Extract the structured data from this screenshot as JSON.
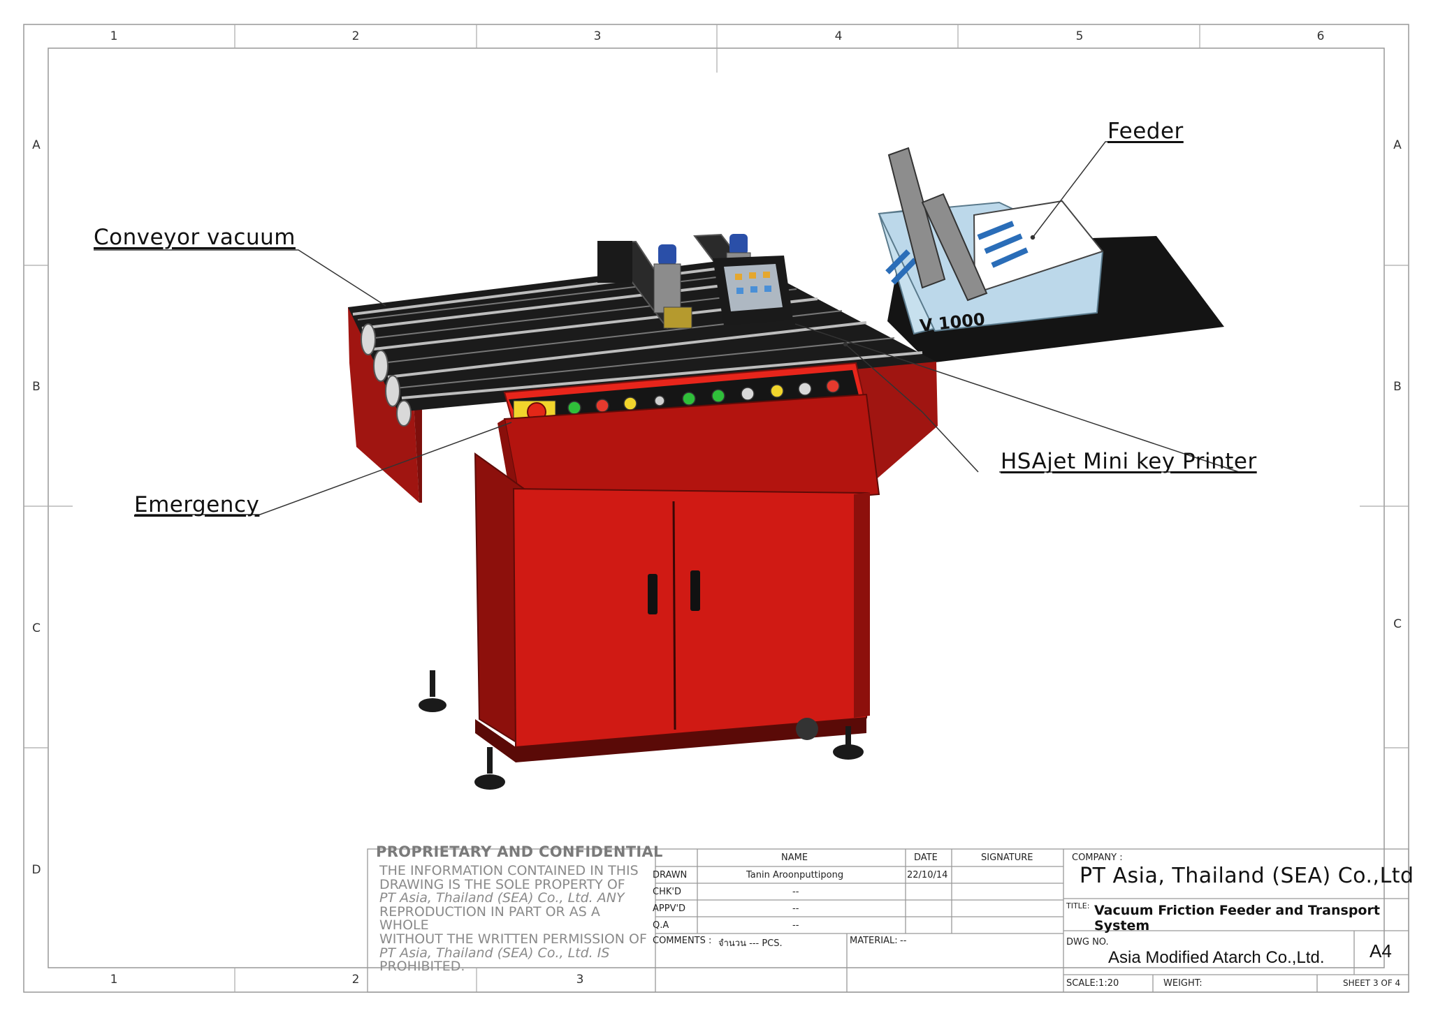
{
  "zones": {
    "top": [
      "1",
      "2",
      "3",
      "4",
      "5",
      "6"
    ],
    "bottom": [
      "1",
      "2",
      "3"
    ],
    "left": [
      "A",
      "B",
      "C",
      "D"
    ],
    "right": [
      "A",
      "B",
      "C"
    ]
  },
  "callouts": {
    "feeder": "Feeder",
    "conveyor": "Conveyor vacuum",
    "printer": "HSAjet Mini key Printer",
    "emergency": "Emergency"
  },
  "machine": {
    "model_label": "V 1000",
    "colors": {
      "body": "#c41a12",
      "dark": "#1a1a1a",
      "feeder": "#b8d8ea",
      "panel": "#e8251b"
    }
  },
  "titleblock": {
    "proprietary_title": "PROPRIETARY AND CONFIDENTIAL",
    "proprietary_lines": [
      "THE INFORMATION CONTAINED IN THIS",
      "DRAWING IS THE SOLE PROPERTY OF",
      "PT Asia, Thailand (SEA) Co., Ltd.  ANY",
      "REPRODUCTION IN PART OR AS A WHOLE",
      "WITHOUT THE WRITTEN PERMISSION OF",
      "PT Asia, Thailand (SEA) Co., Ltd. IS",
      "PROHIBITED."
    ],
    "headers": {
      "name": "NAME",
      "date": "DATE",
      "signature": "SIGNATURE"
    },
    "rows": [
      {
        "role": "DRAWN",
        "name": "Tanin Aroonputtipong",
        "date": "22/10/14"
      },
      {
        "role": "CHK'D",
        "name": "--",
        "date": ""
      },
      {
        "role": "APPV'D",
        "name": "--",
        "date": ""
      },
      {
        "role": "Q.A",
        "name": "--",
        "date": ""
      }
    ],
    "comments_label": "COMMENTS :",
    "comments_value": "จำนวน  --- PCS.",
    "material_label": "MATERIAL:",
    "material_value": "--",
    "company_label": "COMPANY :",
    "company": "PT Asia, Thailand (SEA) Co.,Ltd",
    "title_label": "TITLE:",
    "title": "Vacuum Friction Feeder and Transport System",
    "dwg_label": "DWG NO.",
    "dwg_no": "Asia Modified Atarch Co.,Ltd.",
    "size": "A4",
    "scale": "SCALE:1:20",
    "weight": "WEIGHT:",
    "sheet": "SHEET 3 OF 4"
  }
}
